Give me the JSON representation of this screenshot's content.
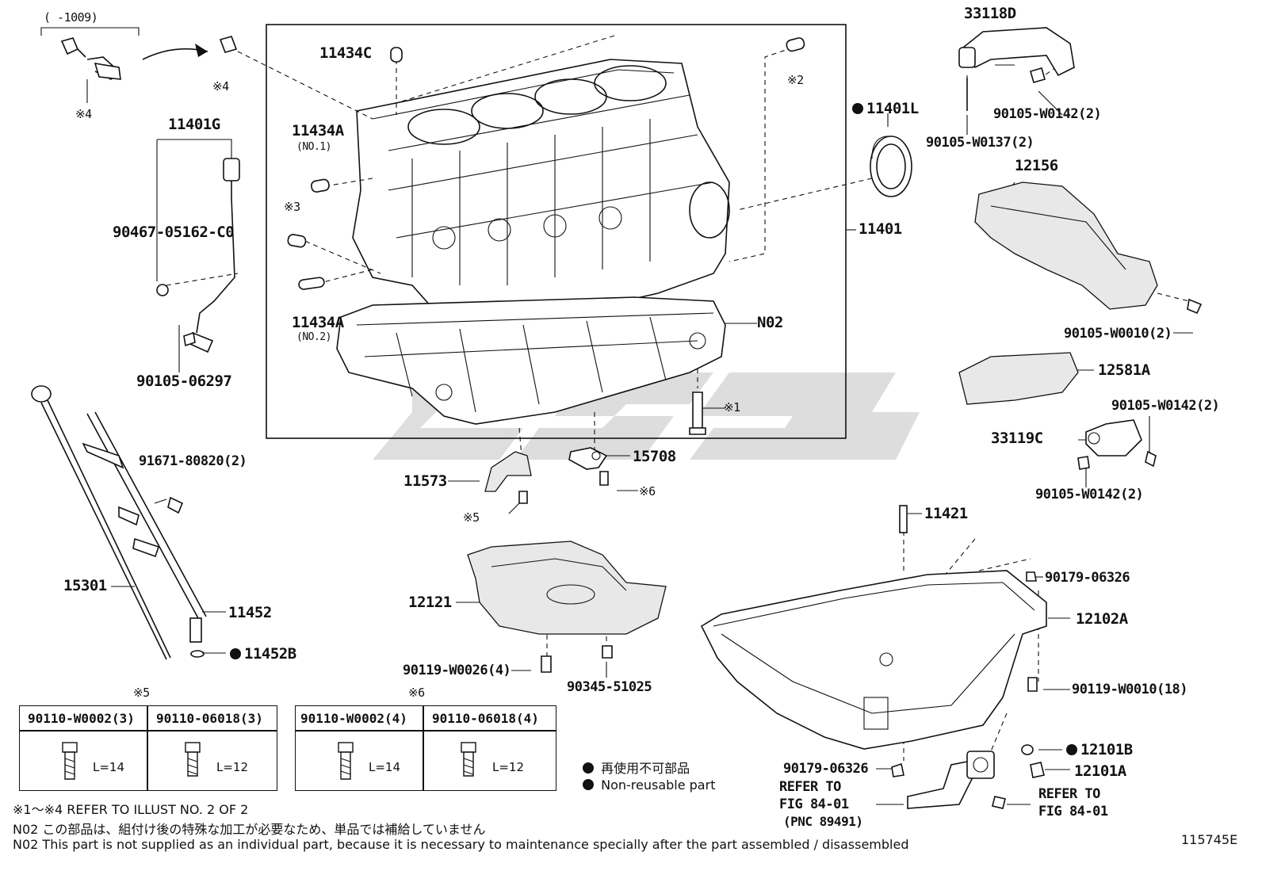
{
  "watermark": "CS9S",
  "labels": {
    "range_note": "(   -1009)",
    "ref4_top": "※4",
    "ref4_left": "※4",
    "p11401G": "11401G",
    "p90467": "90467-05162-C0",
    "p90105_06297": "90105-06297",
    "p11434C": "11434C",
    "p11434A_1": "11434A",
    "p11434A_1_sub": "(NO.1)",
    "ref3": "※3",
    "p11434A_2": "11434A",
    "p11434A_2_sub": "(NO.2)",
    "ref2": "※2",
    "p11401L": "11401L",
    "p11401": "11401",
    "pN02": "N02",
    "ref1": "※1",
    "p33118D": "33118D",
    "p90105_W0142_top": "90105-W0142(2)",
    "p90105_W0137": "90105-W0137(2)",
    "p12156": "12156",
    "p90105_W0010": "90105-W0010(2)",
    "p12581A": "12581A",
    "p90105_W0142_mid": "90105-W0142(2)",
    "p33119C": "33119C",
    "p90105_W0142_bot": "90105-W0142(2)",
    "p91671": "91671-80820(2)",
    "p15708": "15708",
    "p11573": "11573",
    "ref5": "※5",
    "ref6": "※6",
    "p15301": "15301",
    "p11452": "11452",
    "p11452B": "11452B",
    "p12121": "12121",
    "p90119_W0026": "90119-W0026(4)",
    "p90345": "90345-51025",
    "p11421": "11421",
    "p90179_top": "90179-06326",
    "p12102A": "12102A",
    "p90119_W0010": "90119-W0010(18)",
    "p12101B": "12101B",
    "p12101A": "12101A",
    "p90179_bot": "90179-06326",
    "refer_left_1": "REFER TO",
    "refer_left_2": "FIG 84-01",
    "refer_left_3": "(PNC 89491)",
    "refer_right_1": "REFER TO",
    "refer_right_2": "FIG 84-01"
  },
  "table5": {
    "marker": "※5",
    "col1": "90110-W0002(3)",
    "col2": "90110-06018(3)",
    "len1": "L=14",
    "len2": "L=12"
  },
  "table6": {
    "marker": "※6",
    "col1": "90110-W0002(4)",
    "col2": "90110-06018(4)",
    "len1": "L=14",
    "len2": "L=12"
  },
  "legend": {
    "jp": "再使用不可部品",
    "en": "Non-reusable part"
  },
  "notes": {
    "refer": "※1～※4  REFER TO ILLUST NO. 2 OF 2",
    "n02_jp": "N02  この部品は、組付け後の特殊な加工が必要なため、単品では補給していません",
    "n02_en": "N02  This part is not supplied as an individual part, because it is necessary to maintenance specially after the part assembled / disassembled",
    "fig_id": "115745E"
  }
}
